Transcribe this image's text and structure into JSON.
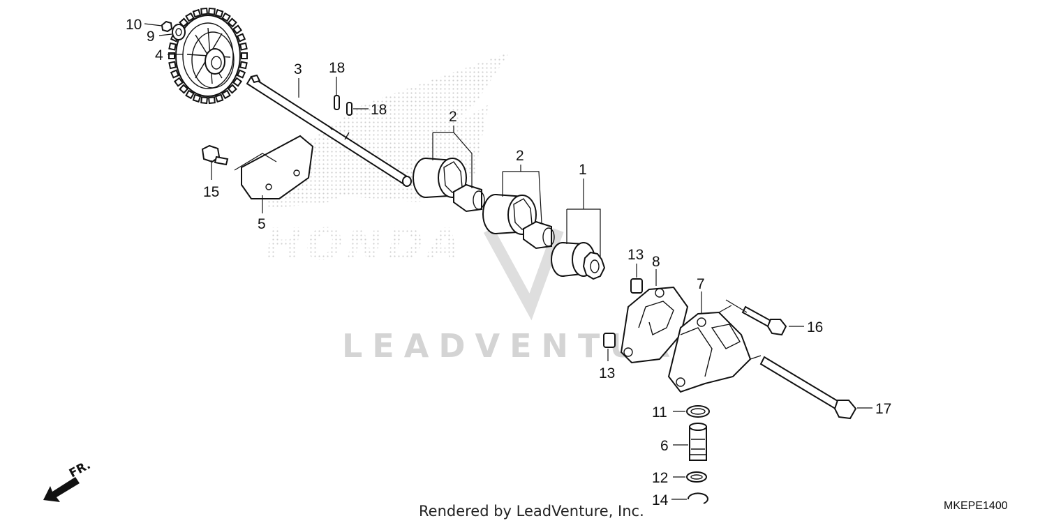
{
  "diagram": {
    "callouts": {
      "p1": "1",
      "p2a": "2",
      "p2b": "2",
      "p3": "3",
      "p4": "4",
      "p5": "5",
      "p6": "6",
      "p7": "7",
      "p8": "8",
      "p9": "9",
      "p10": "10",
      "p11": "11",
      "p12": "12",
      "p13a": "13",
      "p13b": "13",
      "p14": "14",
      "p15": "15",
      "p16": "16",
      "p17": "17",
      "p18a": "18",
      "p18b": "18"
    },
    "direction_label": "FR.",
    "watermark": "LEADVENTURE",
    "watermark_logo_text": "HONDA"
  },
  "footer": {
    "rendered_by": "Rendered by LeadVenture, Inc.",
    "diagram_code": "MKEPE1400"
  },
  "colors": {
    "ink": "#111111",
    "watermark": "#d4d4d4",
    "background": "#ffffff"
  }
}
